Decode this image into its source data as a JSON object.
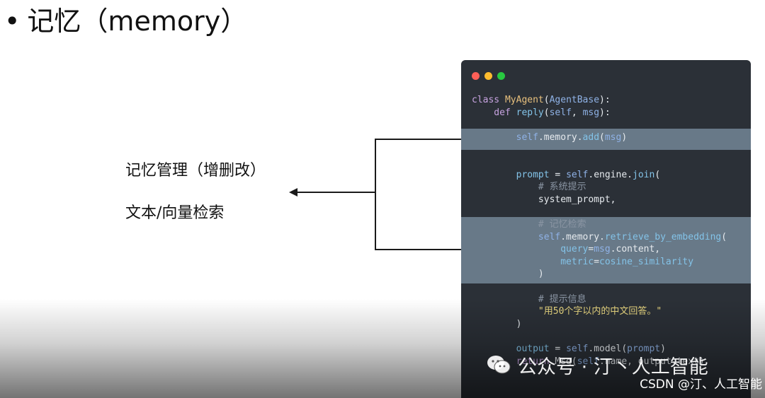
{
  "slide": {
    "bullet": "•",
    "title": "记忆（memory）",
    "labels": {
      "line1": "记忆管理（增删改）",
      "line2": "文本/向量检索"
    }
  },
  "code_window": {
    "lines": [
      {
        "segments": [
          {
            "t": "class ",
            "c": "kw"
          },
          {
            "t": "MyAgent",
            "c": "cls"
          },
          {
            "t": "(",
            "c": "txt"
          },
          {
            "t": "AgentBase",
            "c": "bi"
          },
          {
            "t": "):",
            "c": "txt"
          }
        ]
      },
      {
        "segments": [
          {
            "t": "    def ",
            "c": "kw"
          },
          {
            "t": "reply",
            "c": "fn"
          },
          {
            "t": "(",
            "c": "txt"
          },
          {
            "t": "self",
            "c": "bi"
          },
          {
            "t": ", ",
            "c": "txt"
          },
          {
            "t": "msg",
            "c": "bi"
          },
          {
            "t": "):",
            "c": "txt"
          }
        ]
      },
      {
        "segments": []
      },
      {
        "segments": [
          {
            "t": "        self",
            "c": "bi"
          },
          {
            "t": ".memory.",
            "c": "txt"
          },
          {
            "t": "add",
            "c": "fn"
          },
          {
            "t": "(",
            "c": "txt"
          },
          {
            "t": "msg",
            "c": "bi"
          },
          {
            "t": ")",
            "c": "txt"
          }
        ]
      },
      {
        "segments": []
      },
      {
        "segments": []
      },
      {
        "segments": [
          {
            "t": "        prompt ",
            "c": "fn"
          },
          {
            "t": "= ",
            "c": "txt"
          },
          {
            "t": "self",
            "c": "bi"
          },
          {
            "t": ".engine.",
            "c": "txt"
          },
          {
            "t": "join",
            "c": "fn"
          },
          {
            "t": "(",
            "c": "txt"
          }
        ]
      },
      {
        "segments": [
          {
            "t": "            # 系统提示",
            "c": "cm"
          }
        ]
      },
      {
        "segments": [
          {
            "t": "            system_prompt,",
            "c": "txt"
          }
        ]
      },
      {
        "segments": []
      },
      {
        "segments": [
          {
            "t": "            # 记忆检索",
            "c": "cm"
          }
        ]
      },
      {
        "segments": [
          {
            "t": "            self",
            "c": "bi"
          },
          {
            "t": ".memory.",
            "c": "txt"
          },
          {
            "t": "retrieve_by_embedding",
            "c": "fn"
          },
          {
            "t": "(",
            "c": "txt"
          }
        ]
      },
      {
        "segments": [
          {
            "t": "                query",
            "c": "fn"
          },
          {
            "t": "=",
            "c": "txt"
          },
          {
            "t": "msg",
            "c": "bi"
          },
          {
            "t": ".content,",
            "c": "txt"
          }
        ]
      },
      {
        "segments": [
          {
            "t": "                metric",
            "c": "fn"
          },
          {
            "t": "=",
            "c": "txt"
          },
          {
            "t": "cosine_similarity",
            "c": "fn"
          }
        ]
      },
      {
        "segments": [
          {
            "t": "            )",
            "c": "txt"
          }
        ]
      },
      {
        "segments": []
      },
      {
        "segments": [
          {
            "t": "            # 提示信息",
            "c": "cm"
          }
        ]
      },
      {
        "segments": [
          {
            "t": "            \"用50个字以内的中文回答。\"",
            "c": "str"
          }
        ]
      },
      {
        "segments": [
          {
            "t": "        )",
            "c": "txt"
          }
        ]
      },
      {
        "segments": []
      },
      {
        "segments": [
          {
            "t": "        output ",
            "c": "fn"
          },
          {
            "t": "= ",
            "c": "txt"
          },
          {
            "t": "self",
            "c": "bi"
          },
          {
            "t": ".model(",
            "c": "txt"
          },
          {
            "t": "prompt",
            "c": "bi"
          },
          {
            "t": ")",
            "c": "txt"
          }
        ]
      },
      {
        "segments": [
          {
            "t": "        return ",
            "c": "kw"
          },
          {
            "t": "Msg(",
            "c": "txt"
          },
          {
            "t": "self",
            "c": "bi"
          },
          {
            "t": ".name, output.text)",
            "c": "txt"
          }
        ]
      }
    ]
  },
  "watermarks": {
    "wechat": "公众号 · 汀丶人工智能",
    "csdn": "CSDN @汀、人工智能"
  },
  "colors": {
    "window_bg": "#2b3037",
    "highlight_band": "#6c7d8c",
    "dot_red": "#fe5f57",
    "dot_yellow": "#febc2e",
    "dot_green": "#28c840"
  },
  "icons": {
    "arrow": "arrow-left-icon",
    "wechat": "wechat-icon"
  }
}
